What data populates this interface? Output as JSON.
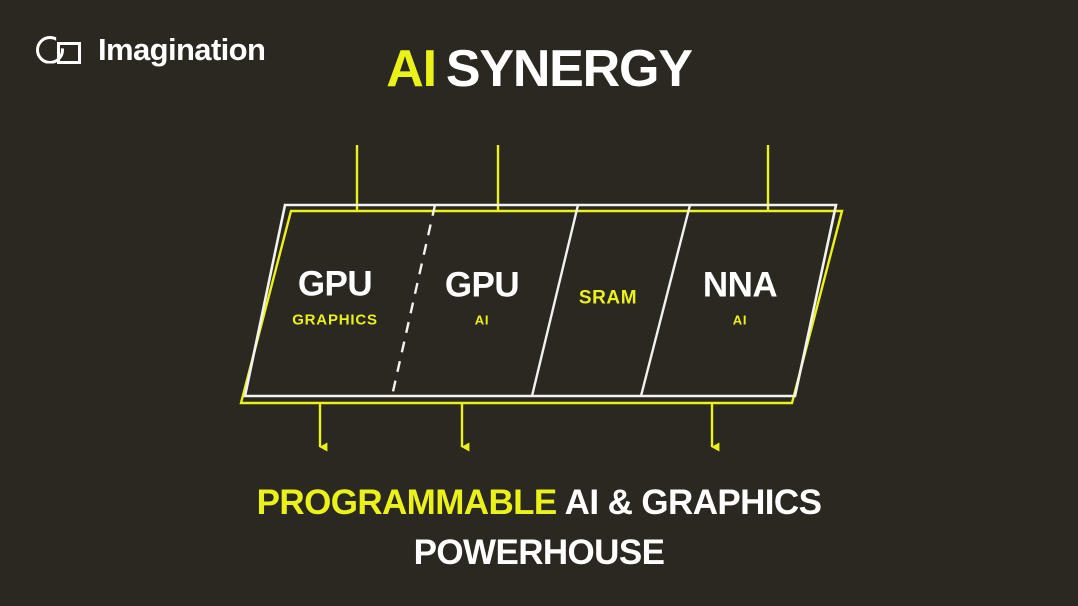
{
  "background_color": "#2b2721",
  "accent_color": "#eaf21a",
  "text_color": "#ffffff",
  "brand": {
    "mark_icon": "imagination-logo-icon",
    "name": "Imagination"
  },
  "title": {
    "accent": "AI",
    "plain": "SYNERGY"
  },
  "diagram": {
    "top_connectors": 3,
    "bottom_arrows": 3,
    "blocks": [
      {
        "title": "GPU",
        "subtitle": "GRAPHICS",
        "title_style": "large",
        "divider_after": "dashed"
      },
      {
        "title": "GPU",
        "subtitle": "AI",
        "title_style": "large",
        "divider_after": "solid"
      },
      {
        "title": "SRAM",
        "subtitle": "",
        "title_style": "small",
        "divider_after": "solid"
      },
      {
        "title": "NNA",
        "subtitle": "AI",
        "title_style": "large",
        "divider_after": "none"
      }
    ]
  },
  "footer": {
    "line1_accent": "PROGRAMMABLE",
    "line1_plain": "AI & GRAPHICS",
    "line2": "POWERHOUSE"
  }
}
